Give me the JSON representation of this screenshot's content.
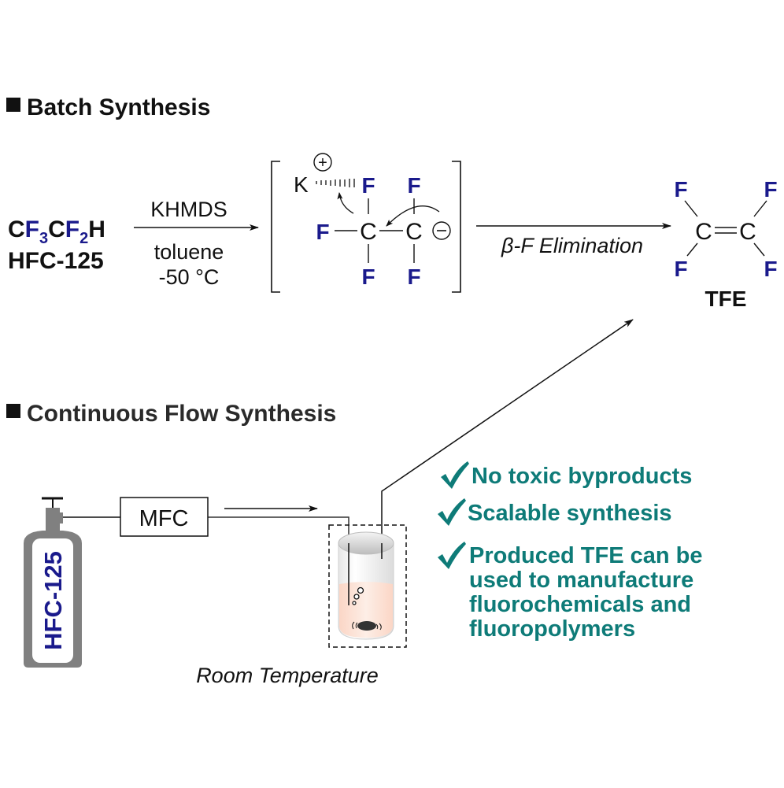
{
  "sections": {
    "batch": {
      "bullet": "square",
      "title": "Batch Synthesis"
    },
    "flow": {
      "bullet": "square",
      "title": "Continuous Flow Synthesis"
    }
  },
  "batch_scheme": {
    "reactant": {
      "formula_parts": [
        "C",
        "F",
        "3",
        "C",
        "F",
        "2",
        "H"
      ],
      "name": "HFC-125"
    },
    "step1": {
      "reagent": "KHMDS",
      "solvent": "toluene",
      "temperature": "-50 °C"
    },
    "intermediate": {
      "cation": "K",
      "cation_charge": "+",
      "carbon_labels": [
        "C",
        "C"
      ],
      "fluorine_labels": [
        "F",
        "F",
        "F",
        "F",
        "F"
      ],
      "anion_charge": "−"
    },
    "step2": {
      "label": "β-F Elimination"
    },
    "product": {
      "carbon_labels": [
        "C",
        "C"
      ],
      "fluorine_labels": [
        "F",
        "F",
        "F",
        "F"
      ],
      "name": "TFE"
    }
  },
  "flow_setup": {
    "cylinder_label": "HFC-125",
    "controller_label": "MFC",
    "condition": "Room Temperature"
  },
  "benefits": [
    {
      "icon": "checkmark",
      "lines": [
        "No toxic byproducts"
      ]
    },
    {
      "icon": "checkmark",
      "lines": [
        "Scalable synthesis"
      ]
    },
    {
      "icon": "checkmark",
      "lines": [
        "Produced TFE can be",
        "used to manufacture",
        "fluorochemicals and",
        "fluoropolymers"
      ]
    }
  ],
  "colors": {
    "text": "#111111",
    "fluorine": "#1a1a8c",
    "benefit_teal": "#0e7b78",
    "cylinder_gray": "#808080",
    "solution_tint": "#fde4d8"
  }
}
